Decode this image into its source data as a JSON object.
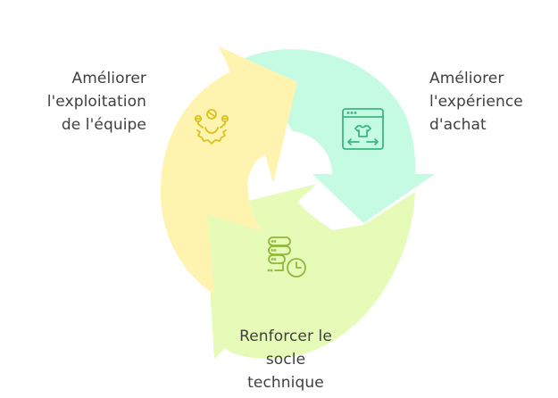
{
  "diagram": {
    "type": "cycle",
    "direction": "clockwise",
    "colors": {
      "yellow_arrow": "#FFF3B0",
      "mint_arrow": "#C6FBE3",
      "lime_arrow": "#E6FBB8",
      "yellow_icon": "#D9C21E",
      "mint_icon": "#3DB57F",
      "lime_icon": "#8DB83A",
      "text": "#3F3F3F",
      "background": "#FFFFFF"
    },
    "steps": [
      {
        "id": "team",
        "label_lines": [
          "Améliorer",
          "l'exploitation",
          "de l'équipe"
        ],
        "icon": "team-gear-icon",
        "arrow_color": "yellow"
      },
      {
        "id": "shopping",
        "label_lines": [
          "Améliorer",
          "l'expérience",
          "d'achat"
        ],
        "icon": "browser-tshirt-icon",
        "arrow_color": "mint"
      },
      {
        "id": "technical",
        "label_lines": [
          "Renforcer le",
          "socle",
          "technique"
        ],
        "icon": "server-clock-icon",
        "arrow_color": "lime"
      }
    ]
  }
}
